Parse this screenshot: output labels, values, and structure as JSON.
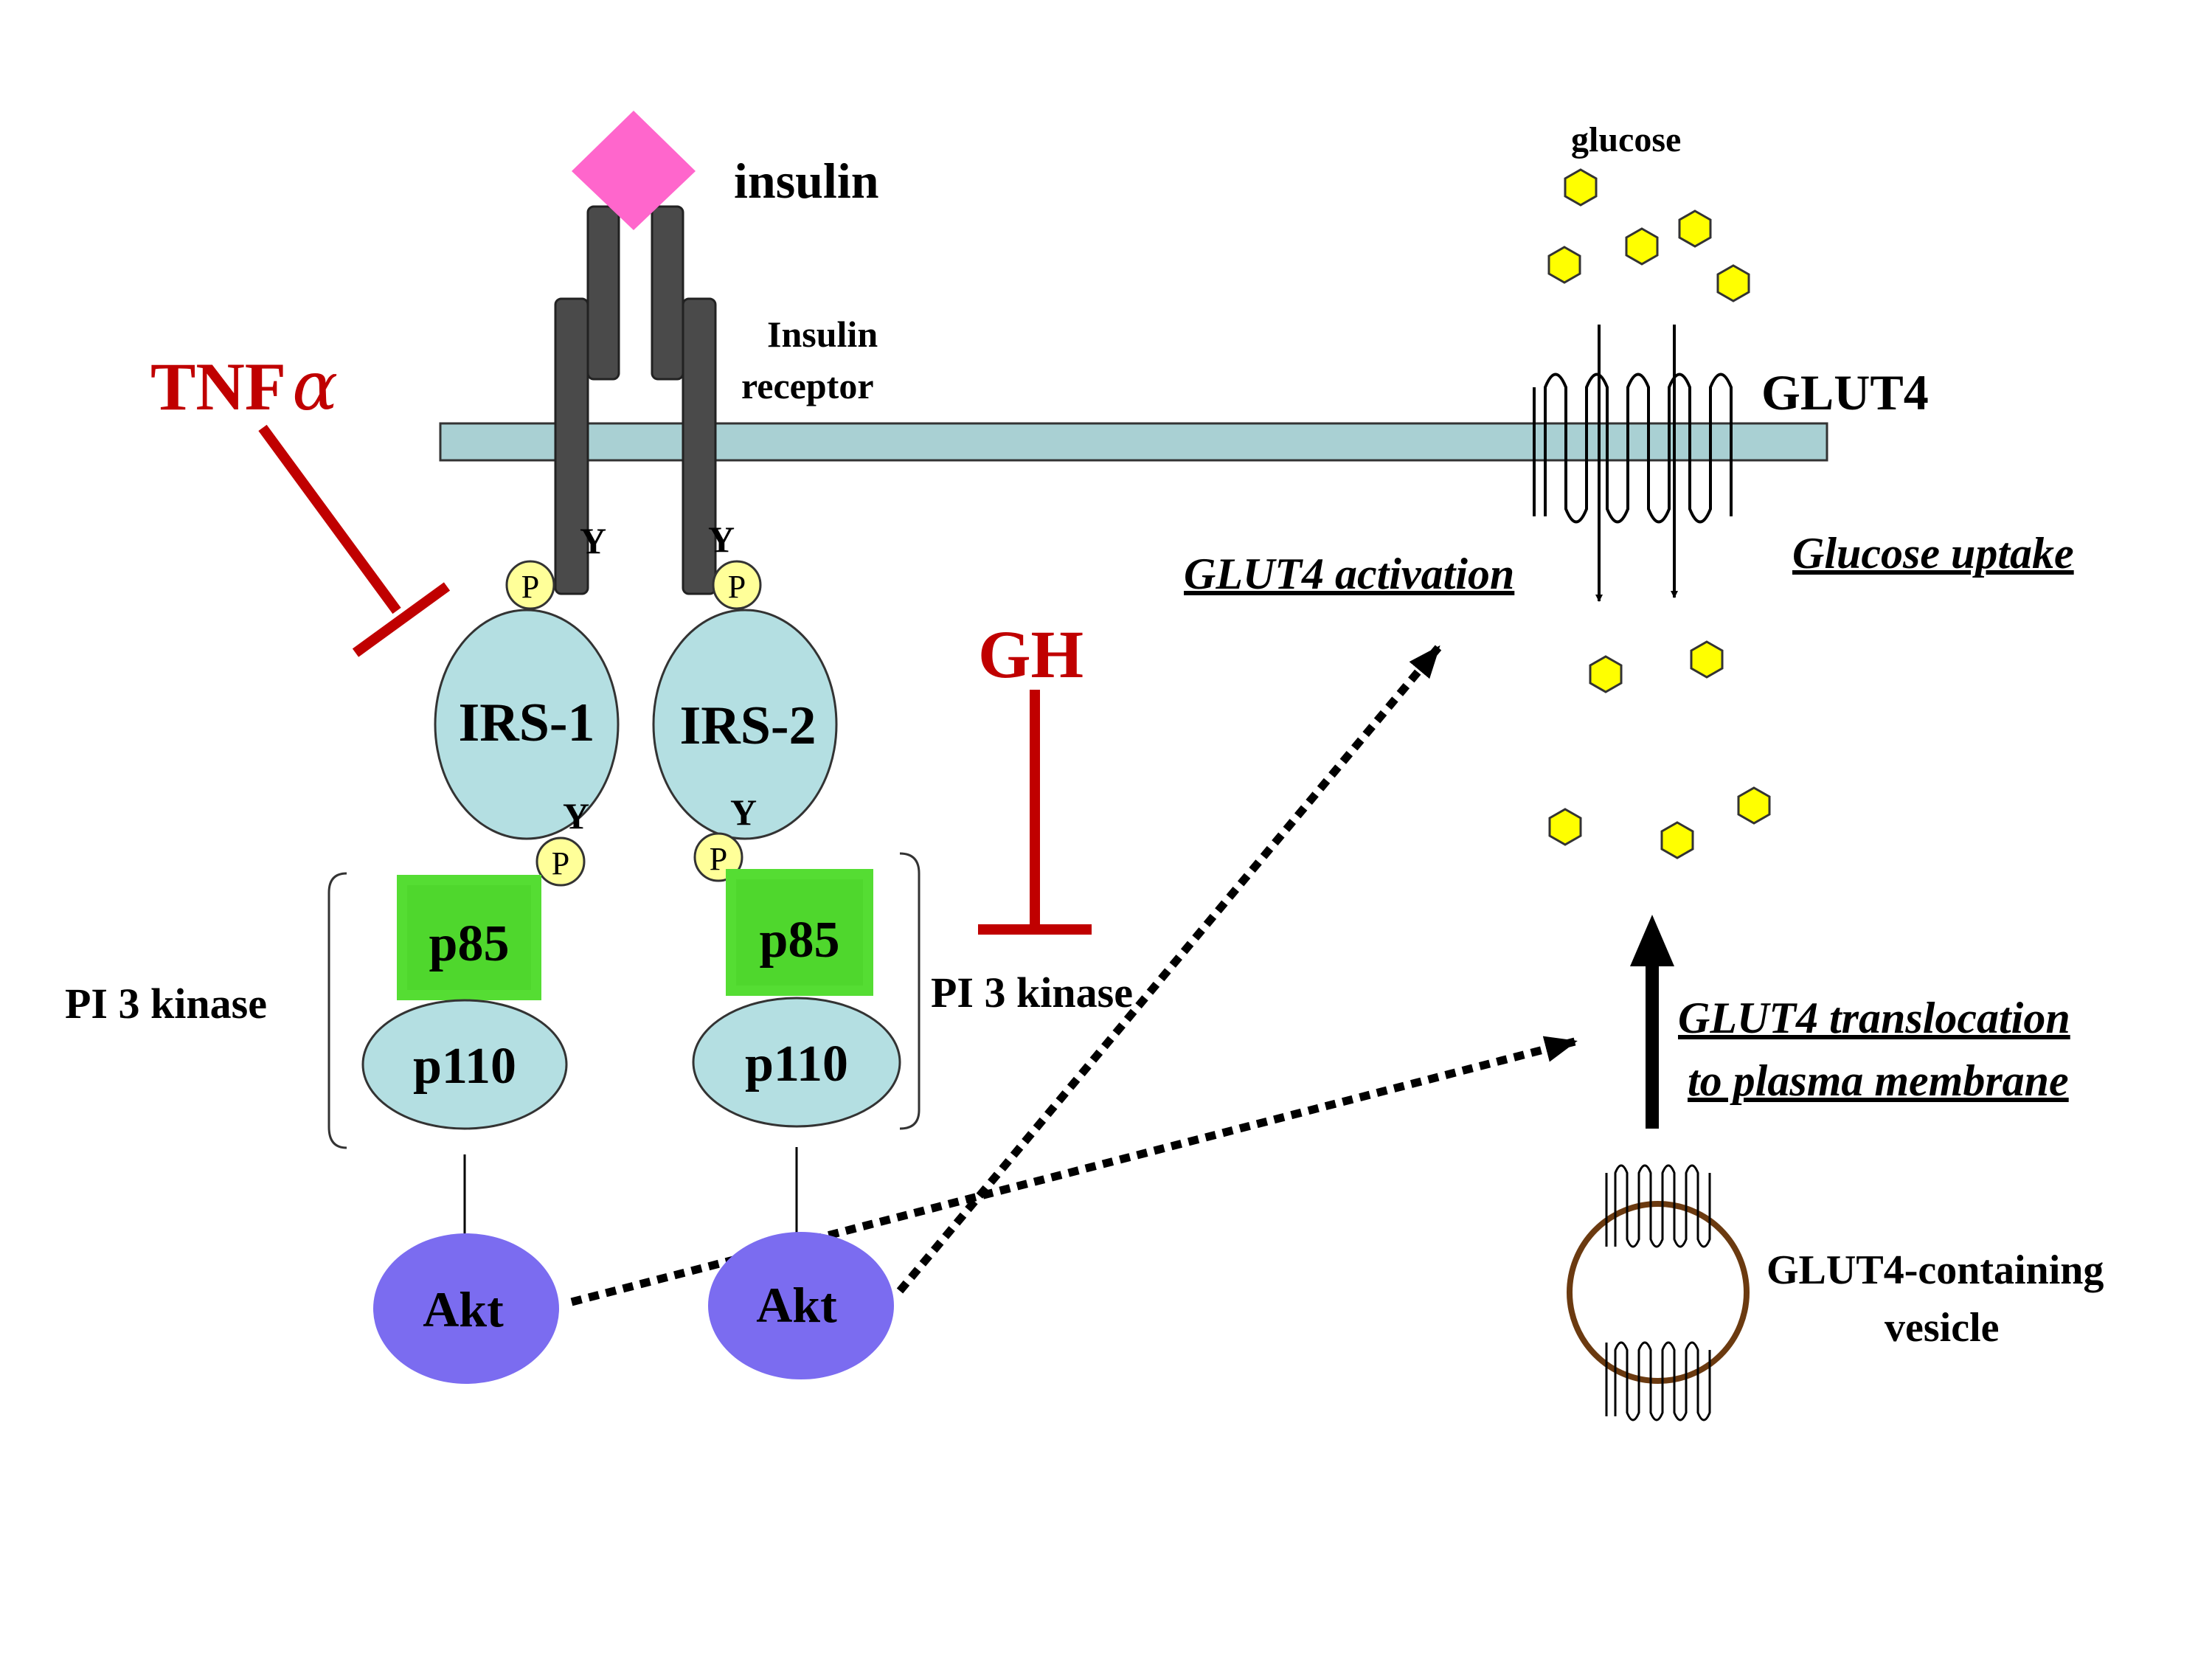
{
  "colors": {
    "membrane": "#a9d0d3",
    "receptor": "#4a4a4a",
    "insulin": "#ff66cc",
    "irs": "#b4dfe2",
    "phospho": "#ffff99",
    "p85": "#55dd33",
    "p110": "#b4dfe2",
    "akt": "#7b6cf0",
    "inhibitor": "#c00000",
    "glucose": "#ffff00",
    "vesicle": "#6b3a10"
  },
  "ligand": {
    "label": "insulin",
    "icon": "diamond-icon"
  },
  "receptor": {
    "label_line1": "Insulin",
    "label_line2": "receptor",
    "tyrosine": "Y",
    "phospho": "P"
  },
  "irs": [
    {
      "label": "IRS-1"
    },
    {
      "label": "IRS-2"
    }
  ],
  "pi3k": {
    "left_label": "PI 3 kinase",
    "right_label": "PI 3 kinase",
    "regulatory": "p85",
    "catalytic": "p110"
  },
  "akt": {
    "label": "Akt"
  },
  "inhibitors": {
    "tnf": {
      "label": "TNF",
      "greek": "α"
    },
    "gh": {
      "label": "GH"
    }
  },
  "glut4": {
    "label": "GLUT4",
    "glucose_label": "glucose",
    "activation": "GLUT4 activation",
    "uptake": "Glucose uptake",
    "translocation_line1": "GLUT4 translocation",
    "translocation_line2": "to plasma membrane",
    "vesicle_line1": "GLUT4-containing",
    "vesicle_line2": "vesicle"
  }
}
